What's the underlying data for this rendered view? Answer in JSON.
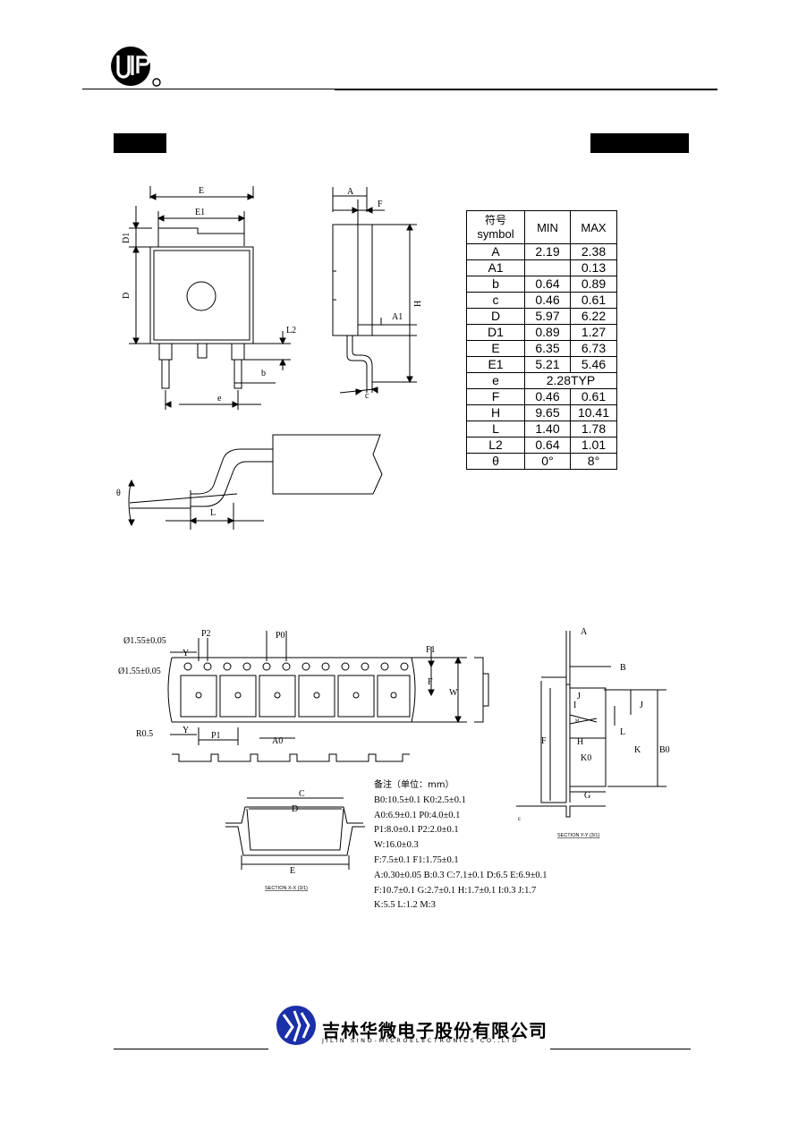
{
  "dimension_table": {
    "header": {
      "symbol_cn": "符号",
      "symbol": "symbol",
      "min": "MIN",
      "max": "MAX"
    },
    "rows": [
      {
        "symbol": "A",
        "min": "2.19",
        "max": "2.38"
      },
      {
        "symbol": "A1",
        "min": "",
        "max": "0.13"
      },
      {
        "symbol": "b",
        "min": "0.64",
        "max": "0.89"
      },
      {
        "symbol": "c",
        "min": "0.46",
        "max": "0.61"
      },
      {
        "symbol": "D",
        "min": "5.97",
        "max": "6.22"
      },
      {
        "symbol": "D1",
        "min": "0.89",
        "max": "1.27"
      },
      {
        "symbol": "E",
        "min": "6.35",
        "max": "6.73"
      },
      {
        "symbol": "E1",
        "min": "5.21",
        "max": "5.46"
      },
      {
        "symbol": "e",
        "span": "2.28TYP"
      },
      {
        "symbol": "F",
        "min": "0.46",
        "max": "0.61"
      },
      {
        "symbol": "H",
        "min": "9.65",
        "max": "10.41"
      },
      {
        "symbol": "L",
        "min": "1.40",
        "max": "1.78"
      },
      {
        "symbol": "L2",
        "min": "0.64",
        "max": "1.01"
      },
      {
        "symbol": "θ",
        "min": "0°",
        "max": "8°"
      }
    ]
  },
  "package_labels": {
    "E": "E",
    "E1": "E1",
    "D1": "D1",
    "D": "D",
    "L2": "L2",
    "b": "b",
    "e": "e",
    "A": "A",
    "F": "F",
    "A1": "A1",
    "H": "H",
    "c": "c",
    "theta": "θ",
    "L": "L"
  },
  "tape_labels": {
    "hole1": "Ø1.55±0.05",
    "hole2": "Ø1.55±0.05",
    "P2": "P2",
    "P0": "P0",
    "P1": "P1",
    "A0": "A0",
    "F1": "F1",
    "F": "F",
    "W": "W",
    "R": "R0.5",
    "Y_top": "Y",
    "Y_bottom": "Y",
    "section_xx": {
      "C": "C",
      "D": "D",
      "E": "E",
      "caption": "SECTION X-X (3/1)"
    },
    "section_yy": {
      "A": "A",
      "B": "B",
      "J_left": "J",
      "I": "I",
      "M": "M",
      "J_right": "J",
      "L": "L",
      "F": "F",
      "H": "H",
      "K": "K",
      "B0": "B0",
      "K0": "K0",
      "G": "G",
      "E": "E",
      "caption": "SECTION Y-Y (3/1)"
    }
  },
  "notes": {
    "title": "备注（单位：mm）",
    "lines": [
      "B0:10.5±0.1  K0:2.5±0.1",
      "A0:6.9±0.1    P0:4.0±0.1",
      "P1:8.0±0.1    P2:2.0±0.1",
      "W:16.0±0.3",
      "F:7.5±0.1    F1:1.75±0.1",
      "A:0.30±0.05  B:0.3  C:7.1±0.1  D:6.5  E:6.9±0.1",
      "F:10.7±0.1  G:2.7±0.1  H:1.7±0.1  I:0.3  J:1.7",
      "K:5.5  L:1.2  M:3"
    ]
  },
  "footer": {
    "company_cn": "吉林华微电子股份有限公司",
    "company_en": "JILIN SINO-MICROELECTRONICS CO.,LTD"
  },
  "colors": {
    "ink": "#000000",
    "logo_blue": "#1a2fa8"
  }
}
